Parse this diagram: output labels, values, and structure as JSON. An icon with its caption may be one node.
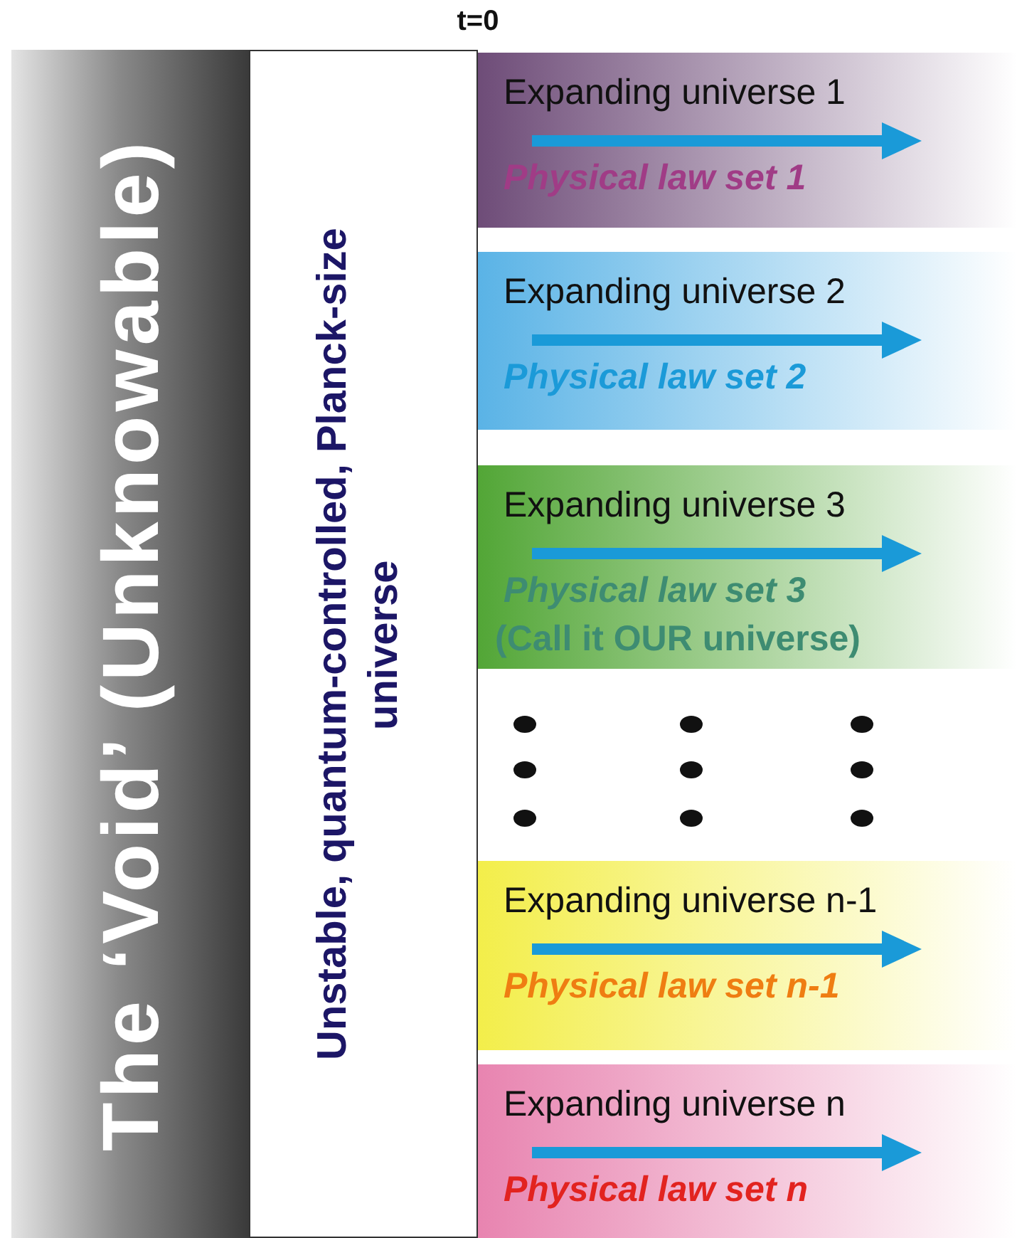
{
  "diagram": {
    "nodes": [
      {
        "text": [
          "The ‘Void’ (Unknowable)"
        ]
      },
      {
        "text": [
          "Unstable, quantum-controlled, Planck-size universe"
        ]
      },
      {
        "text": [
          "Expanding universe 1",
          "Physical law set 1"
        ]
      },
      {
        "text": [
          "Expanding universe 2",
          "Physical law set 2"
        ]
      },
      {
        "text": [
          "Expanding universe 3",
          "Physical law set 3",
          "(Call it OUR universe)"
        ]
      },
      {
        "text": [
          "Expanding universe n-1",
          "Physical law set n-1"
        ]
      },
      {
        "text": [
          "Expanding universe n",
          "Physical law set n"
        ]
      }
    ],
    "labels": [
      "t=0"
    ]
  }
}
